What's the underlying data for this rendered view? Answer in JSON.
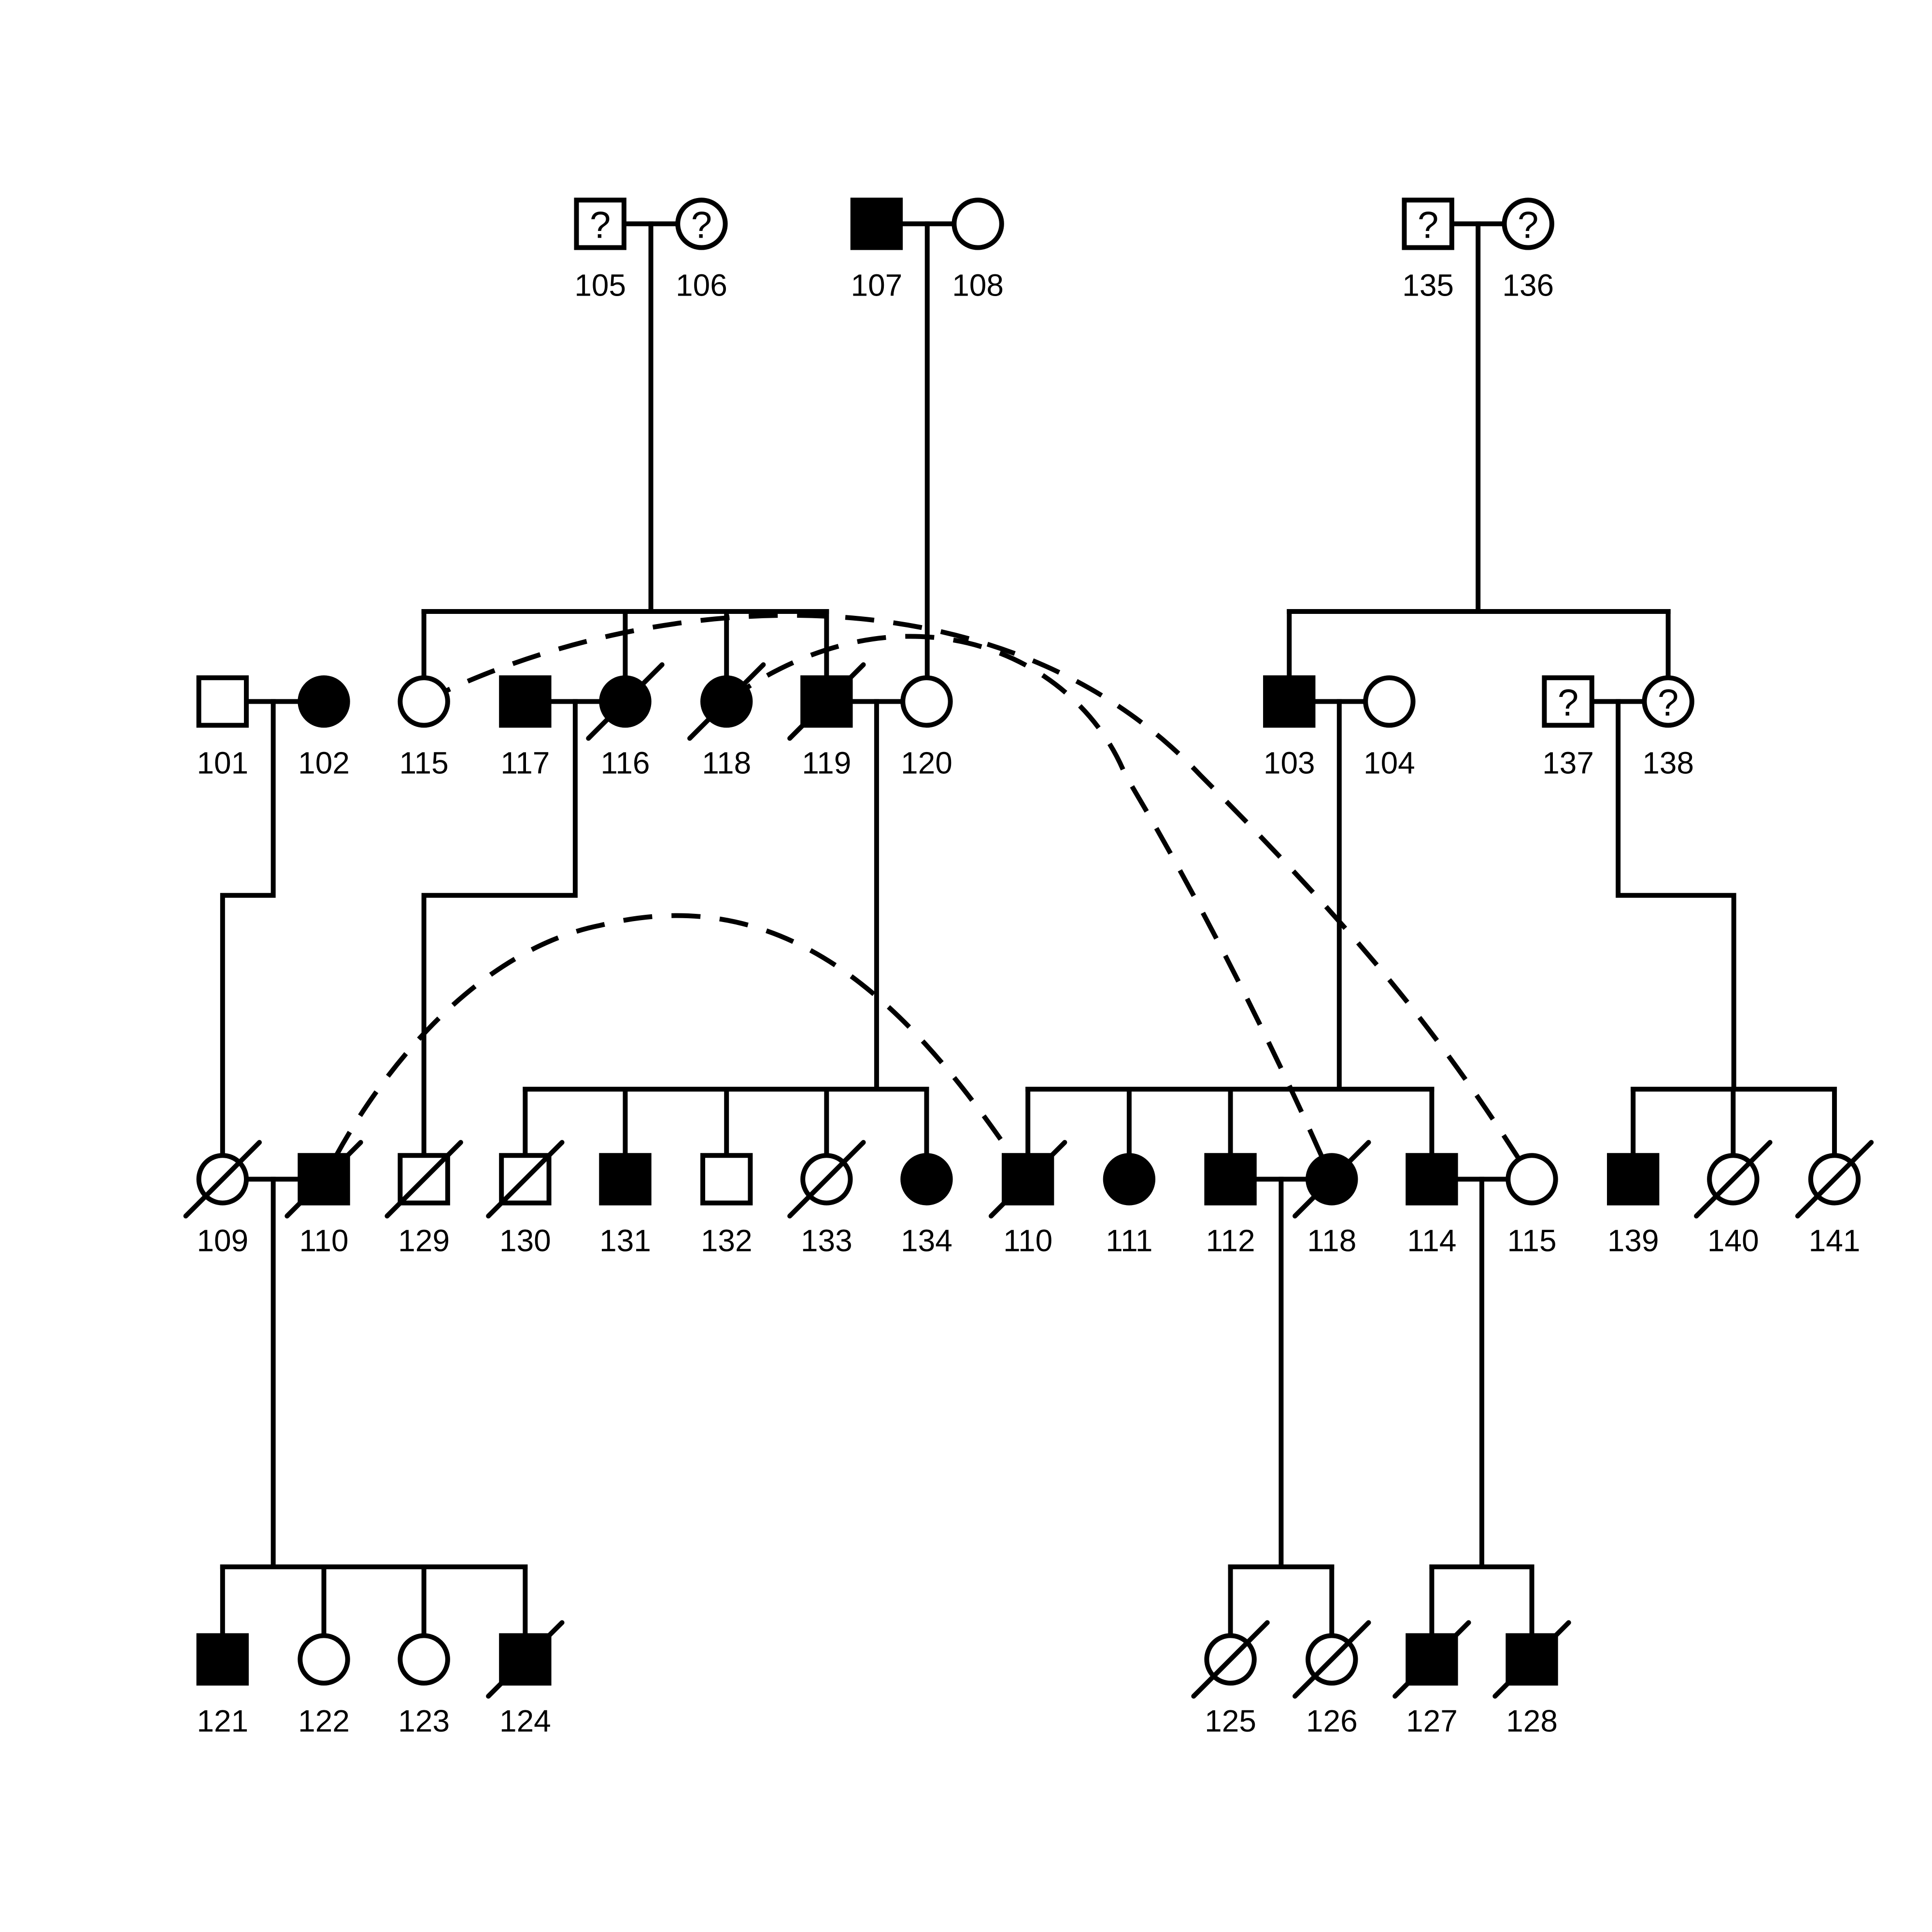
{
  "individuals": [
    {
      "id": "105",
      "label": "105",
      "sex": "M",
      "affected": "unknown",
      "deceased": false
    },
    {
      "id": "106",
      "label": "106",
      "sex": "F",
      "affected": "unknown",
      "deceased": false
    },
    {
      "id": "107",
      "label": "107",
      "sex": "M",
      "affected": "yes",
      "deceased": false
    },
    {
      "id": "108",
      "label": "108",
      "sex": "F",
      "affected": "no",
      "deceased": false
    },
    {
      "id": "135",
      "label": "135",
      "sex": "M",
      "affected": "unknown",
      "deceased": false
    },
    {
      "id": "136",
      "label": "136",
      "sex": "F",
      "affected": "unknown",
      "deceased": false
    },
    {
      "id": "101",
      "label": "101",
      "sex": "M",
      "affected": "no",
      "deceased": false
    },
    {
      "id": "102",
      "label": "102",
      "sex": "F",
      "affected": "yes",
      "deceased": false
    },
    {
      "id": "115a",
      "label": "115",
      "sex": "F",
      "affected": "no",
      "deceased": false
    },
    {
      "id": "117",
      "label": "117",
      "sex": "M",
      "affected": "yes",
      "deceased": false
    },
    {
      "id": "116",
      "label": "116",
      "sex": "F",
      "affected": "yes",
      "deceased": true
    },
    {
      "id": "118a",
      "label": "118",
      "sex": "F",
      "affected": "yes",
      "deceased": true
    },
    {
      "id": "119",
      "label": "119",
      "sex": "M",
      "affected": "yes",
      "deceased": true
    },
    {
      "id": "120",
      "label": "120",
      "sex": "F",
      "affected": "no",
      "deceased": false
    },
    {
      "id": "103",
      "label": "103",
      "sex": "M",
      "affected": "yes",
      "deceased": false
    },
    {
      "id": "104",
      "label": "104",
      "sex": "F",
      "affected": "no",
      "deceased": false
    },
    {
      "id": "137",
      "label": "137",
      "sex": "M",
      "affected": "unknown",
      "deceased": false
    },
    {
      "id": "138",
      "label": "138",
      "sex": "F",
      "affected": "unknown",
      "deceased": false
    },
    {
      "id": "109",
      "label": "109",
      "sex": "F",
      "affected": "no",
      "deceased": true
    },
    {
      "id": "110a",
      "label": "110",
      "sex": "M",
      "affected": "yes",
      "deceased": true
    },
    {
      "id": "129",
      "label": "129",
      "sex": "M",
      "affected": "no",
      "deceased": true
    },
    {
      "id": "130",
      "label": "130",
      "sex": "M",
      "affected": "no",
      "deceased": true
    },
    {
      "id": "131",
      "label": "131",
      "sex": "M",
      "affected": "yes",
      "deceased": false
    },
    {
      "id": "132",
      "label": "132",
      "sex": "M",
      "affected": "no",
      "deceased": false
    },
    {
      "id": "133",
      "label": "133",
      "sex": "F",
      "affected": "no",
      "deceased": true
    },
    {
      "id": "134",
      "label": "134",
      "sex": "F",
      "affected": "yes",
      "deceased": false
    },
    {
      "id": "110b",
      "label": "110",
      "sex": "M",
      "affected": "yes",
      "deceased": true
    },
    {
      "id": "111",
      "label": "111",
      "sex": "F",
      "affected": "yes",
      "deceased": false
    },
    {
      "id": "112",
      "label": "112",
      "sex": "M",
      "affected": "yes",
      "deceased": false
    },
    {
      "id": "118b",
      "label": "118",
      "sex": "F",
      "affected": "yes",
      "deceased": true
    },
    {
      "id": "114",
      "label": "114",
      "sex": "M",
      "affected": "yes",
      "deceased": false
    },
    {
      "id": "115b",
      "label": "115",
      "sex": "F",
      "affected": "no",
      "deceased": false
    },
    {
      "id": "139",
      "label": "139",
      "sex": "M",
      "affected": "yes",
      "deceased": false
    },
    {
      "id": "140",
      "label": "140",
      "sex": "F",
      "affected": "no",
      "deceased": true
    },
    {
      "id": "141",
      "label": "141",
      "sex": "F",
      "affected": "no",
      "deceased": true
    },
    {
      "id": "121",
      "label": "121",
      "sex": "M",
      "affected": "yes",
      "deceased": false
    },
    {
      "id": "122",
      "label": "122",
      "sex": "F",
      "affected": "no",
      "deceased": false
    },
    {
      "id": "123",
      "label": "123",
      "sex": "F",
      "affected": "no",
      "deceased": false
    },
    {
      "id": "124",
      "label": "124",
      "sex": "M",
      "affected": "yes",
      "deceased": true
    },
    {
      "id": "125",
      "label": "125",
      "sex": "F",
      "affected": "no",
      "deceased": true
    },
    {
      "id": "126",
      "label": "126",
      "sex": "F",
      "affected": "no",
      "deceased": true
    },
    {
      "id": "127",
      "label": "127",
      "sex": "M",
      "affected": "yes",
      "deceased": true
    },
    {
      "id": "128",
      "label": "128",
      "sex": "M",
      "affected": "yes",
      "deceased": true
    }
  ],
  "unknown_marker": "?",
  "matings": [
    {
      "partners": [
        "105",
        "106"
      ],
      "children": [
        "115a",
        "116",
        "118a",
        "119"
      ]
    },
    {
      "partners": [
        "107",
        "108"
      ],
      "children": [
        "120"
      ]
    },
    {
      "partners": [
        "135",
        "136"
      ],
      "children": [
        "103",
        "138"
      ]
    },
    {
      "partners": [
        "101",
        "102"
      ],
      "children": [
        "109"
      ]
    },
    {
      "partners": [
        "117",
        "116"
      ],
      "children": [
        "129"
      ]
    },
    {
      "partners": [
        "119",
        "120"
      ],
      "children": [
        "130",
        "131",
        "132",
        "133",
        "134"
      ]
    },
    {
      "partners": [
        "103",
        "104"
      ],
      "children": [
        "110b",
        "111",
        "112",
        "114"
      ]
    },
    {
      "partners": [
        "137",
        "138"
      ],
      "children": [
        "139",
        "140",
        "141"
      ]
    },
    {
      "partners": [
        "109",
        "110a"
      ],
      "children": [
        "121",
        "122",
        "123",
        "124"
      ]
    },
    {
      "partners": [
        "112",
        "118b"
      ],
      "children": [
        "125",
        "126"
      ]
    },
    {
      "partners": [
        "114",
        "115b"
      ],
      "children": [
        "127",
        "128"
      ]
    }
  ],
  "duplicates": [
    {
      "from": "115a",
      "to": "115b"
    },
    {
      "from": "118a",
      "to": "118b"
    },
    {
      "from": "110b",
      "to": "110a"
    }
  ]
}
